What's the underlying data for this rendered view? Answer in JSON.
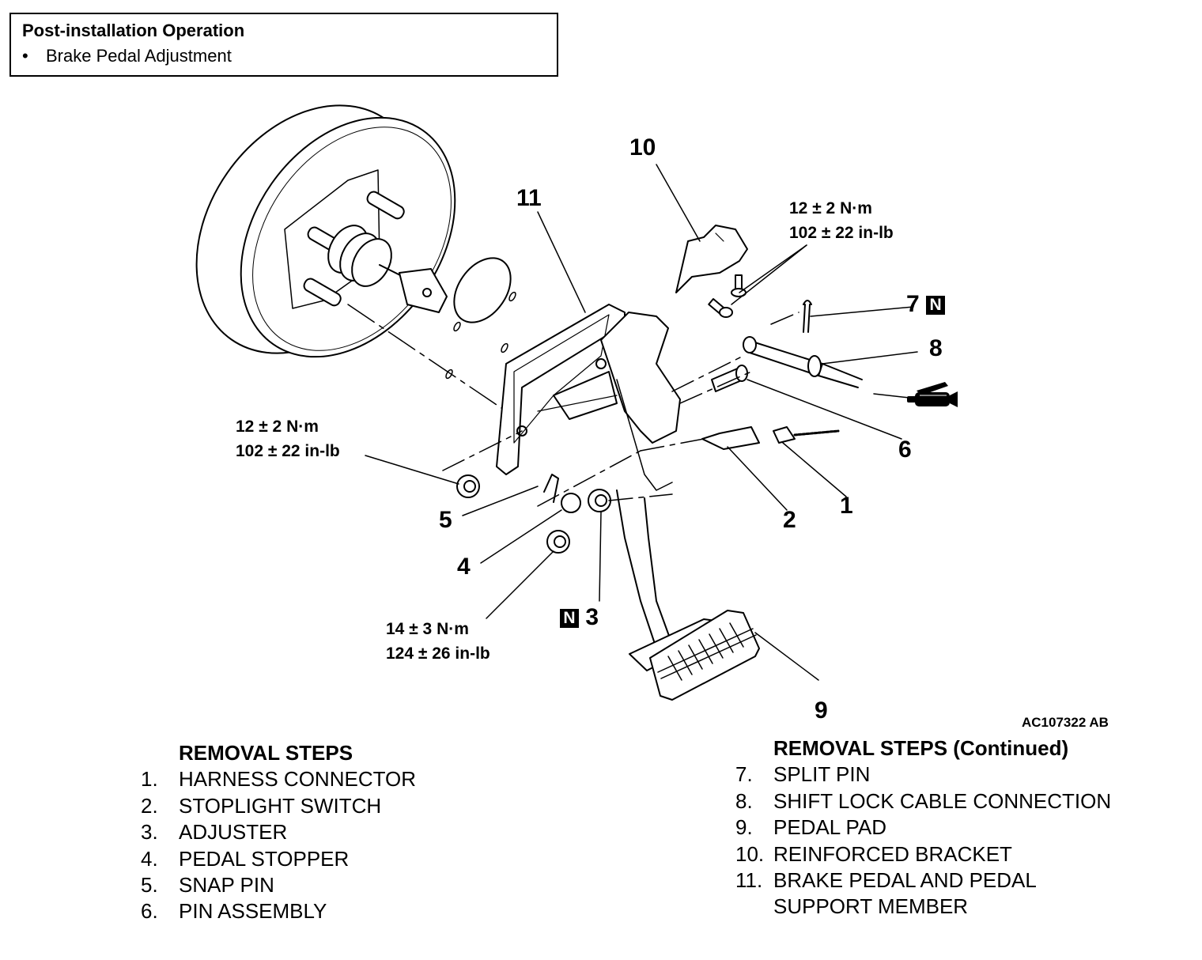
{
  "post_installation": {
    "title": "Post-installation Operation",
    "bullet": "•",
    "items": [
      "Brake Pedal Adjustment"
    ]
  },
  "diagram": {
    "callouts": {
      "c1": "1",
      "c2": "2",
      "c3": "3",
      "c4": "4",
      "c5": "5",
      "c6": "6",
      "c7": "7",
      "c8": "8",
      "c9": "9",
      "c10": "10",
      "c11": "11"
    },
    "badges": {
      "new_part_label": "N"
    },
    "torques": {
      "reinforced_bracket_bolts": {
        "metric": "12 ± 2 N·m",
        "imperial": "102 ± 22 in-lb"
      },
      "booster_nuts": {
        "metric": "12 ± 2 N·m",
        "imperial": "102 ± 22 in-lb"
      },
      "pedal_support_nut": {
        "metric": "14 ± 3 N·m",
        "imperial": "124 ± 26 in-lb"
      }
    },
    "icons": {
      "grease": "grease-tube-icon",
      "new_part": "new-part-badge-icon"
    },
    "figure_code": "AC107322 AB"
  },
  "removal_steps": {
    "heading": "REMOVAL STEPS",
    "items": [
      {
        "num": "1.",
        "label": "HARNESS CONNECTOR"
      },
      {
        "num": "2.",
        "label": "STOPLIGHT SWITCH"
      },
      {
        "num": "3.",
        "label": "ADJUSTER"
      },
      {
        "num": "4.",
        "label": "PEDAL STOPPER"
      },
      {
        "num": "5.",
        "label": "SNAP PIN"
      },
      {
        "num": "6.",
        "label": "PIN ASSEMBLY"
      }
    ]
  },
  "removal_steps_continued": {
    "heading": "REMOVAL STEPS (Continued)",
    "items": [
      {
        "num": "7.",
        "label": "SPLIT PIN"
      },
      {
        "num": "8.",
        "label": "SHIFT LOCK CABLE CONNECTION"
      },
      {
        "num": "9.",
        "label": "PEDAL PAD"
      },
      {
        "num": "10.",
        "label": "REINFORCED BRACKET"
      },
      {
        "num": "11.",
        "label": "BRAKE PEDAL AND PEDAL"
      },
      {
        "num": "",
        "label": "SUPPORT MEMBER"
      }
    ]
  }
}
